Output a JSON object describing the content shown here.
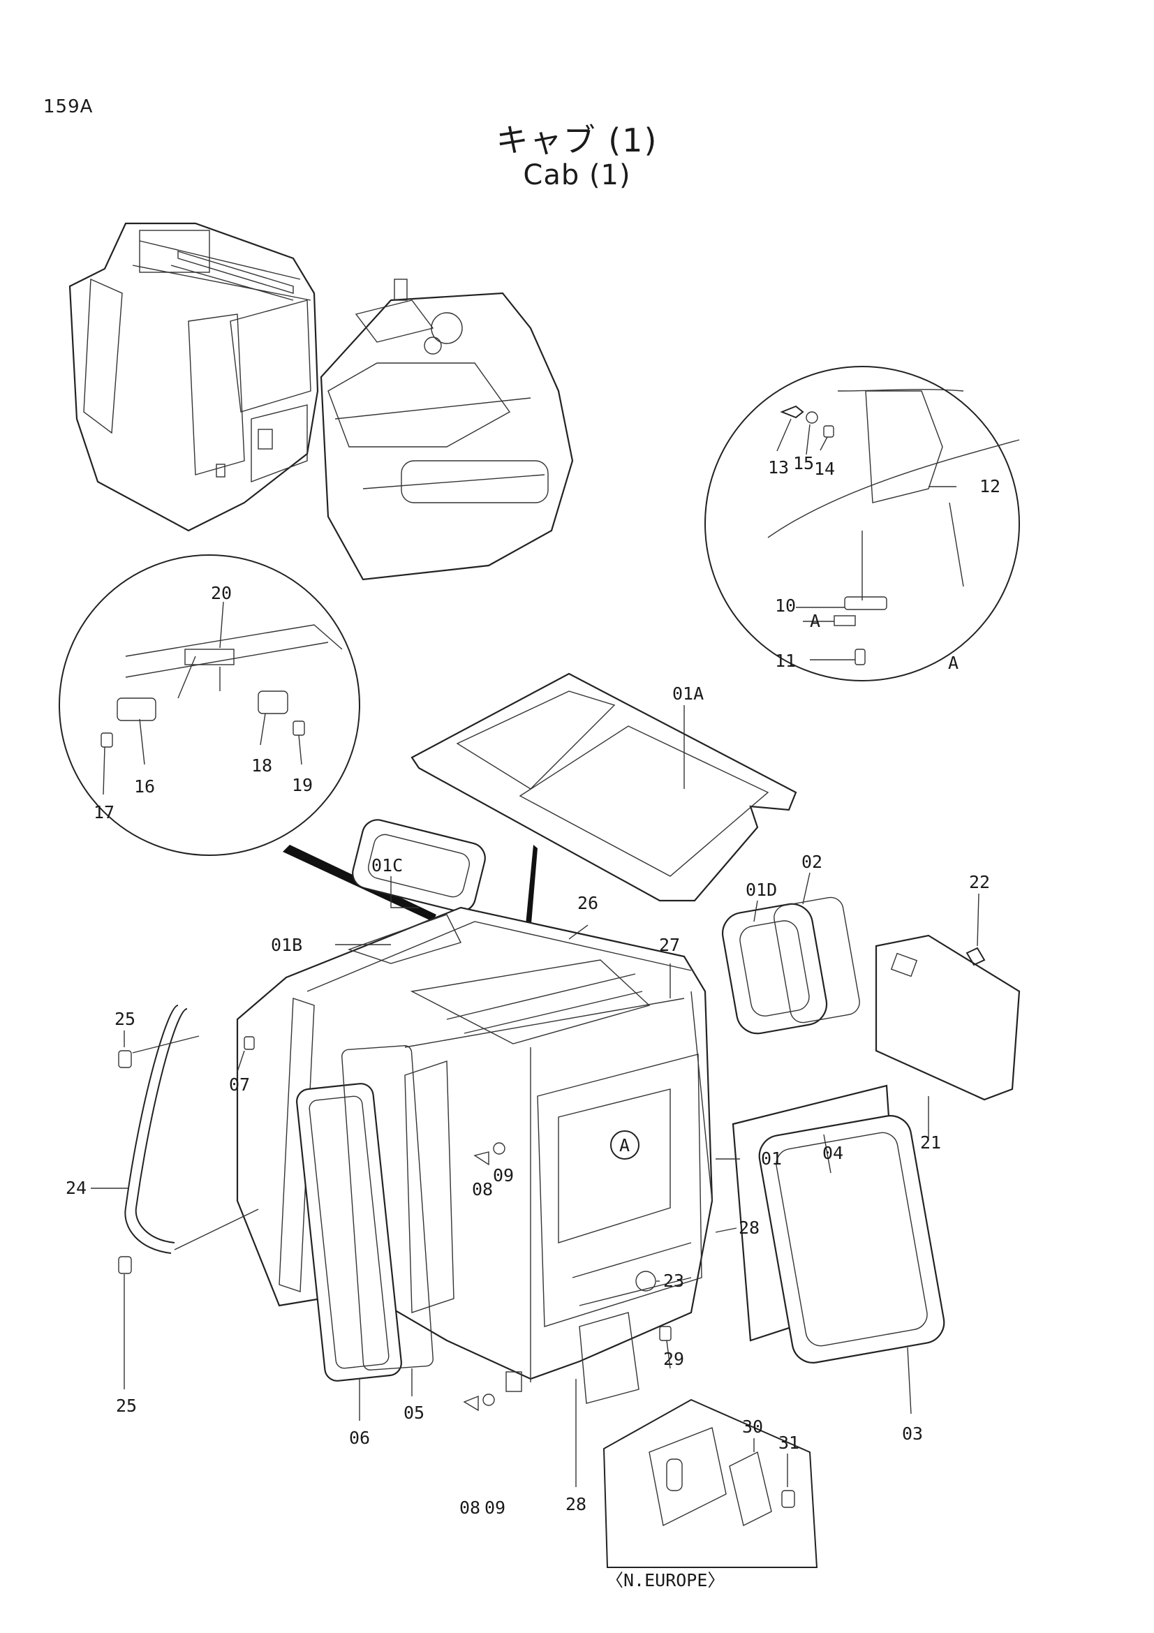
{
  "page_number": "159A",
  "title_jp": "キャブ (1)",
  "title_en": "Cab (1)",
  "detail_a_label": "A",
  "market_note": "〈N.EUROPE〉",
  "callouts": [
    {
      "id": "c-01A",
      "label": "01A"
    },
    {
      "id": "c-01C",
      "label": "01C"
    },
    {
      "id": "c-01D",
      "label": "01D"
    },
    {
      "id": "c-02",
      "label": "02"
    },
    {
      "id": "c-22",
      "label": "22"
    },
    {
      "id": "c-01B",
      "label": "01B"
    },
    {
      "id": "c-26",
      "label": "26"
    },
    {
      "id": "c-27",
      "label": "27"
    },
    {
      "id": "c-25a",
      "label": "25"
    },
    {
      "id": "c-07",
      "label": "07"
    },
    {
      "id": "c-24",
      "label": "24"
    },
    {
      "id": "c-08a",
      "label": "08"
    },
    {
      "id": "c-09a",
      "label": "09"
    },
    {
      "id": "c-01",
      "label": "01"
    },
    {
      "id": "c-04",
      "label": "04"
    },
    {
      "id": "c-21",
      "label": "21"
    },
    {
      "id": "c-28a",
      "label": "28"
    },
    {
      "id": "c-23",
      "label": "23"
    },
    {
      "id": "c-29",
      "label": "29"
    },
    {
      "id": "c-03",
      "label": "03"
    },
    {
      "id": "c-25b",
      "label": "25"
    },
    {
      "id": "c-06",
      "label": "06"
    },
    {
      "id": "c-05",
      "label": "05"
    },
    {
      "id": "c-08b",
      "label": "08"
    },
    {
      "id": "c-09b",
      "label": "09"
    },
    {
      "id": "c-28b",
      "label": "28"
    },
    {
      "id": "c-30",
      "label": "30"
    },
    {
      "id": "c-31",
      "label": "31"
    },
    {
      "id": "c-13",
      "label": "13"
    },
    {
      "id": "c-15",
      "label": "15"
    },
    {
      "id": "c-14",
      "label": "14"
    },
    {
      "id": "c-12",
      "label": "12"
    },
    {
      "id": "c-10",
      "label": "10"
    },
    {
      "id": "c-A-inner",
      "label": "A"
    },
    {
      "id": "c-11",
      "label": "11"
    },
    {
      "id": "c-A-circle",
      "label": "A"
    },
    {
      "id": "c-20",
      "label": "20"
    },
    {
      "id": "c-16",
      "label": "16"
    },
    {
      "id": "c-17",
      "label": "17"
    },
    {
      "id": "c-18",
      "label": "18"
    },
    {
      "id": "c-19",
      "label": "19"
    }
  ]
}
